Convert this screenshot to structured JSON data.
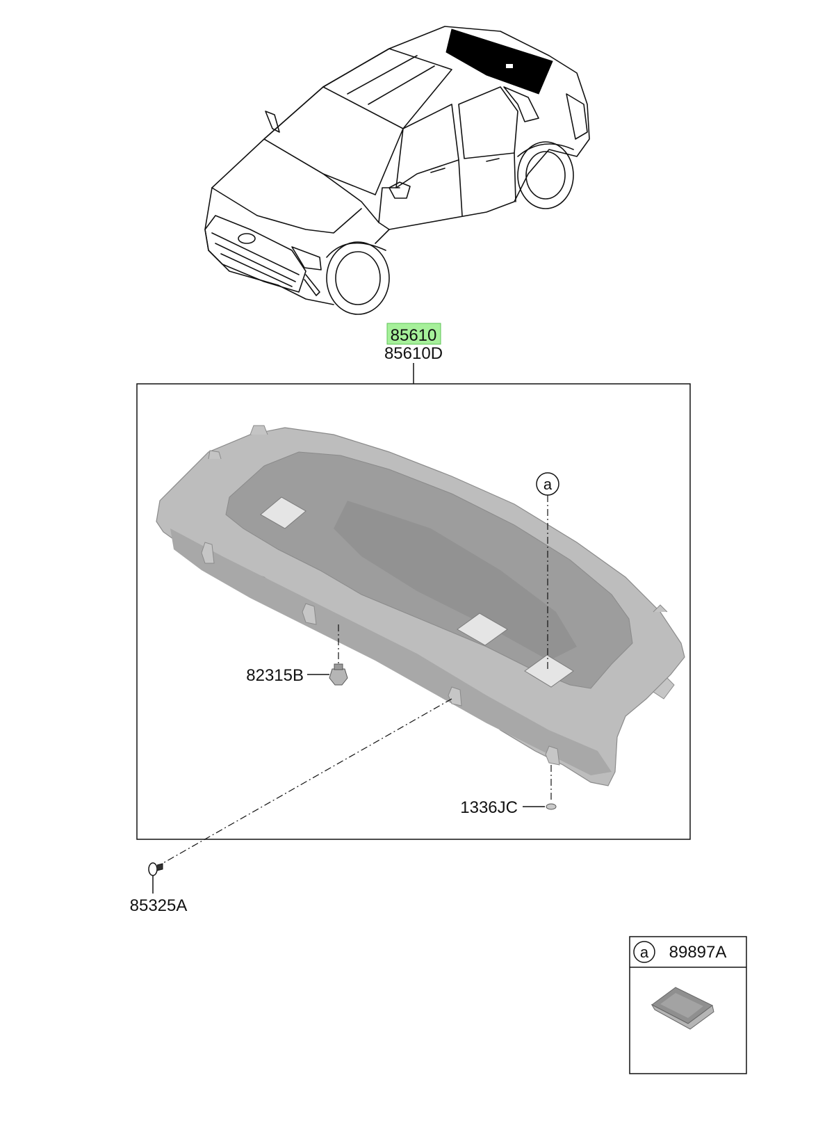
{
  "labels": {
    "main_part": "85610",
    "main_part_variant": "85610D",
    "clip": "82315B",
    "washer": "1336JC",
    "grommet": "85325A",
    "ref_marker": "a",
    "inset_marker": "a",
    "inset_part": "89897A"
  },
  "colors": {
    "highlight": "#a6f09a",
    "panel_fill": "#b8b8b8",
    "panel_shadow": "#8f8f8f",
    "line": "#111111"
  }
}
